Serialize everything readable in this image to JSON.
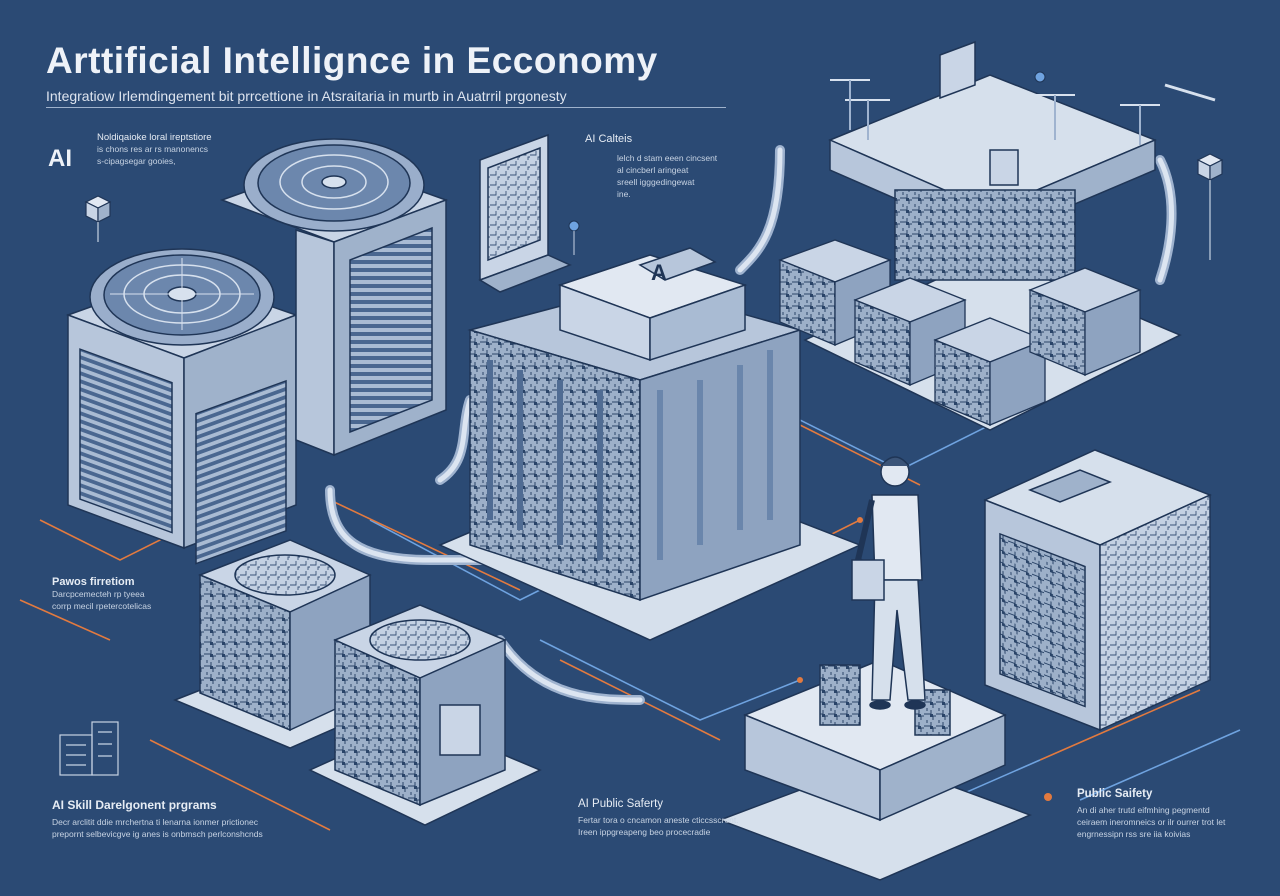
{
  "header": {
    "title": "Arttificial Intellignce in Ecconomy",
    "subtitle": "Integratiow Irlemdingement bit prrcettione in Atsraitaria in murtb in Auatrril prgonesty"
  },
  "labels": {
    "ai_mark": "AI",
    "top_left": {
      "title": "Noldiqaioke loral ireptstiore",
      "lines": [
        "is chons res ar rs manonencs",
        "s-cipagsegar gooies,"
      ]
    },
    "ai_calteis": {
      "title": "AI Calteis",
      "lines": [
        "lelch d stam eeen cincsent",
        "al cincberl aringeat",
        "sreell igggedingewat",
        "ine."
      ]
    },
    "cube_badge": "A",
    "power": {
      "title": "Pawos firretiom",
      "lines": [
        "Darcpcemecteh rp tyeea",
        "corrp mecil rpetercotelicas"
      ]
    },
    "skill": {
      "title": "AI Skill Darelgonent prgrams",
      "lines": [
        "Decr arclitit ddie mrchertna ti lenarna ionmer prictionec",
        "prepornt selbevicgve ig anes is onbmsch perlconshcnds"
      ]
    },
    "public_ai": {
      "title": "AI Public Saferty",
      "lines": [
        "Fertar tora o cncamon aneste cticcsscrent.",
        "Ireen ippgreapeng beo procecradie"
      ]
    },
    "public": {
      "title": "Public Saifety",
      "lines": [
        "An di aher trutd eifmhing pegmentd",
        "ceiraem ineromneics or ilr ourrer trot let",
        "engrnessipn rss sre iia koivias"
      ]
    }
  },
  "colors": {
    "background": "#2b4a74",
    "panel": "#c9d5e6",
    "panel_dark": "#8ea3c0",
    "line": "#1f3556",
    "accent_orange": "#e27a3f",
    "accent_blue": "#6fa3e0"
  }
}
